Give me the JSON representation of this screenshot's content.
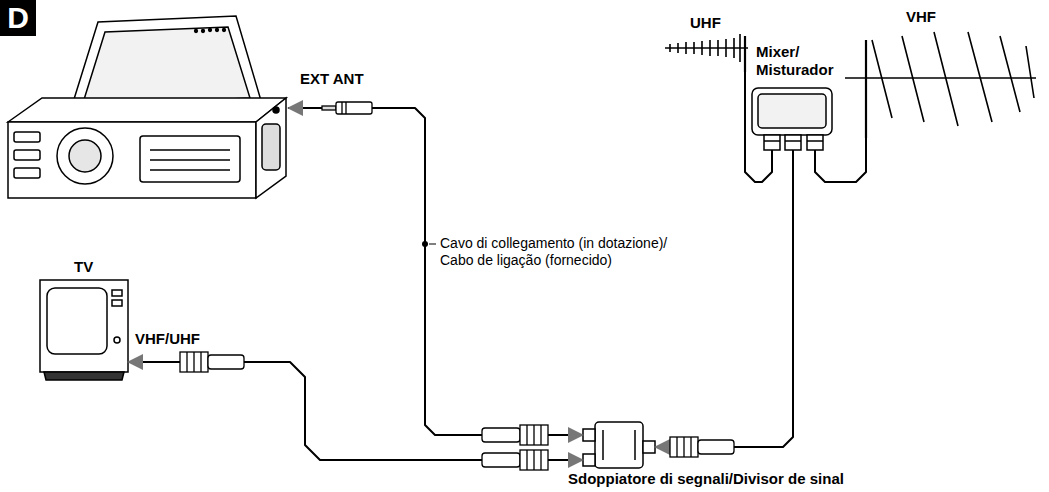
{
  "diagram": {
    "nodes": [
      {
        "text": [
          "EXT ANT"
        ]
      },
      {
        "text": [
          "UHF"
        ]
      },
      {
        "text": [
          "Mixer/ Misturador"
        ]
      },
      {
        "text": [
          "VHF"
        ]
      },
      {
        "text": [
          "TV"
        ]
      },
      {
        "text": [
          "Sdoppiatore di segnali/Divisor de sinal"
        ]
      }
    ],
    "edges": [
      {
        "from": 0,
        "to": 5,
        "arrow": "both",
        "label": "Cavo di collegamento (in dotazione)/ Cabo de ligação (fornecido)"
      },
      {
        "from": 1,
        "to": 2,
        "arrow": "none"
      },
      {
        "from": 3,
        "to": 2,
        "arrow": "none"
      },
      {
        "from": 2,
        "to": 5,
        "arrow": "to"
      },
      {
        "from": 5,
        "to": 4,
        "arrow": "both"
      }
    ],
    "labels": [
      "D",
      "VHF/UHF"
    ]
  }
}
